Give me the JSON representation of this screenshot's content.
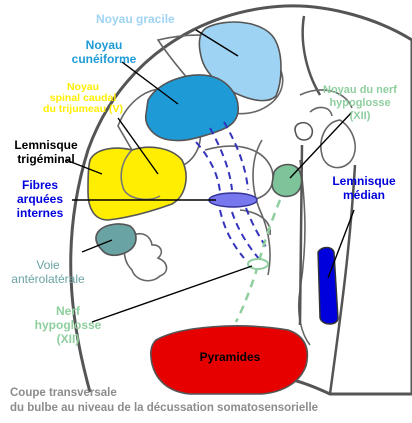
{
  "colors": {
    "noyau_gracile": "#9fd3f3",
    "noyau_cuneiforme": "#1e9bd6",
    "noyau_spinal_trijumeau": "#ffee00",
    "lemnisque_trigeminal": "#000000",
    "fibres_arquees": "#7777ee",
    "voie_anterolaterale": "#6aa3a3",
    "noyau_hypoglosse": "#7dc49a",
    "lemnisque_median": "#0000dd",
    "nerf_hypoglosse": "#8fcf9f",
    "pyramides": "#e60000",
    "outline": "#555555",
    "caption": "#8c8c8c"
  },
  "labels": {
    "noyau_gracile": "Noyau gracile",
    "noyau_cuneiforme_1": "Noyau",
    "noyau_cuneiforme_2": "cunéiforme",
    "spinal_1": "Noyau",
    "spinal_2": "spinal caudal",
    "spinal_3": "du trijumeau (V)",
    "lemnisque_trig_1": "Lemnisque",
    "lemnisque_trig_2": "trigéminal",
    "fibres_1": "Fibres",
    "fibres_2": "arquées",
    "fibres_3": "internes",
    "voie_1": "Voie",
    "voie_2": "antérolatérale",
    "nerf_1": "Nerf",
    "nerf_2": "hypoglosse",
    "nerf_3": "(XII)",
    "noyau_nerf_1": "Noyau du nerf",
    "noyau_nerf_2": "hypoglosse",
    "noyau_nerf_3": "(XII)",
    "lemnisque_med_1": "Lemnisque",
    "lemnisque_med_2": "médian",
    "pyramides": "Pyramides"
  },
  "caption": {
    "line1": "Coupe transversale",
    "line2": "du bulbe au niveau de la décussation somatosensorielle"
  }
}
